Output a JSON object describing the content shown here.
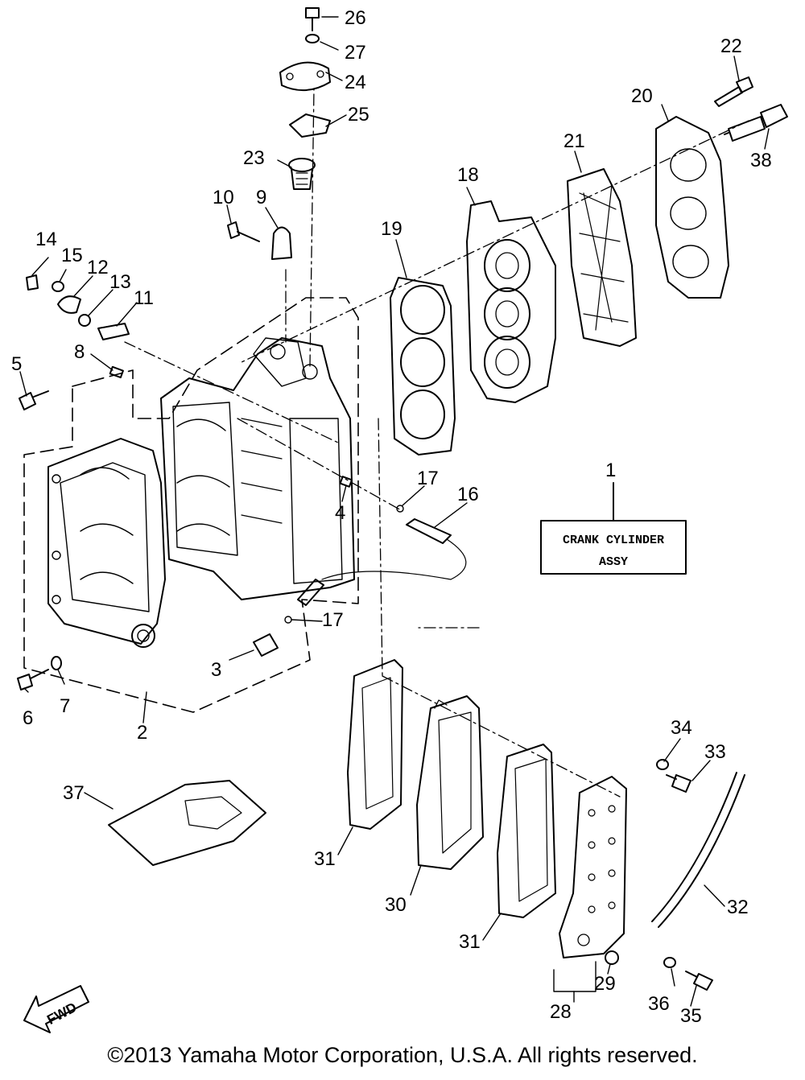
{
  "callouts": [
    "1",
    "2",
    "3",
    "4",
    "5",
    "6",
    "7",
    "8",
    "9",
    "10",
    "11",
    "12",
    "13",
    "14",
    "15",
    "16",
    "17",
    "17",
    "18",
    "19",
    "20",
    "21",
    "22",
    "23",
    "24",
    "25",
    "26",
    "27",
    "28",
    "29",
    "30",
    "31",
    "31",
    "32",
    "33",
    "34",
    "35",
    "36",
    "37",
    "38"
  ],
  "assembly_box": {
    "line1": "CRANK CYLINDER",
    "line2": "ASSY"
  },
  "fwd_label": "FWD",
  "copyright": "©2013 Yamaha Motor Corporation, U.S.A. All rights reserved."
}
